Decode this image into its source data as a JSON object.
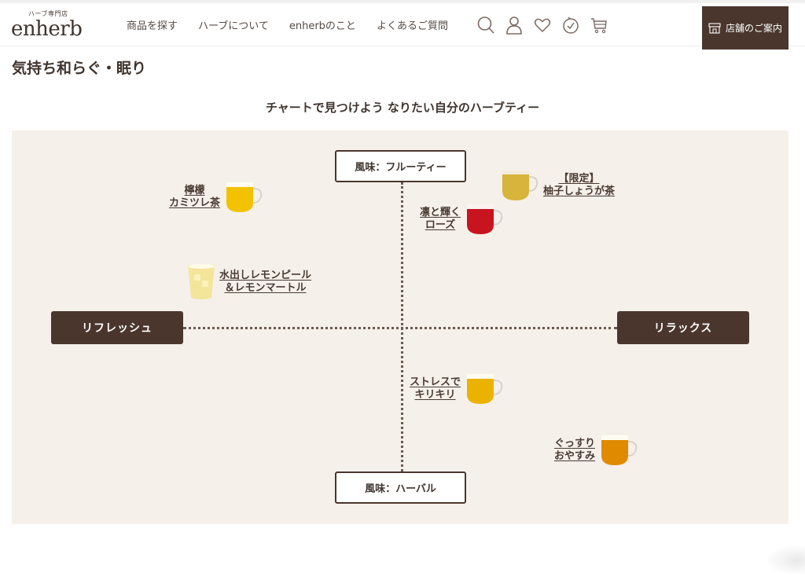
{
  "header": {
    "logo_sub": "ハーブ専門店",
    "logo_main": "enherb",
    "nav": [
      {
        "label": "商品を探す"
      },
      {
        "label": "ハーブについて"
      },
      {
        "label": "enherbのこと"
      },
      {
        "label": "よくあるご質問"
      }
    ],
    "icons": [
      "search-icon",
      "account-icon",
      "favorite-icon",
      "history-icon",
      "cart-icon"
    ],
    "store_button": {
      "icon": "store-icon",
      "label": "店舗のご案内"
    }
  },
  "page": {
    "title": "気持ち和らぐ・眠り",
    "chart_heading": "チャートで見つけよう なりたい自分のハーブティー"
  },
  "chart": {
    "axis_top": "風味：フルーティー",
    "axis_bottom": "風味：ハーバル",
    "axis_left": "リフレッシュ",
    "axis_right": "リラックス",
    "colors": {
      "background": "#f5f0ea",
      "dark": "#4a362d"
    },
    "items": [
      {
        "line1": "檸檬",
        "line2": "カミツレ茶",
        "tea_color": "#f2c200"
      },
      {
        "line1": "【限定】",
        "line2": "柚子しょうが茶",
        "tea_color": "#d8b43a"
      },
      {
        "line1": "凛と輝く",
        "line2": "ローズ",
        "tea_color": "#c8141f"
      },
      {
        "line1": "水出しレモンピール",
        "line2": "＆レモンマートル",
        "tea_color": "#f3e59a"
      },
      {
        "line1": "ストレスで",
        "line2": "キリキリ",
        "tea_color": "#ebb300"
      },
      {
        "line1": "ぐっすり",
        "line2": "おやすみ",
        "tea_color": "#e08a00"
      }
    ]
  }
}
